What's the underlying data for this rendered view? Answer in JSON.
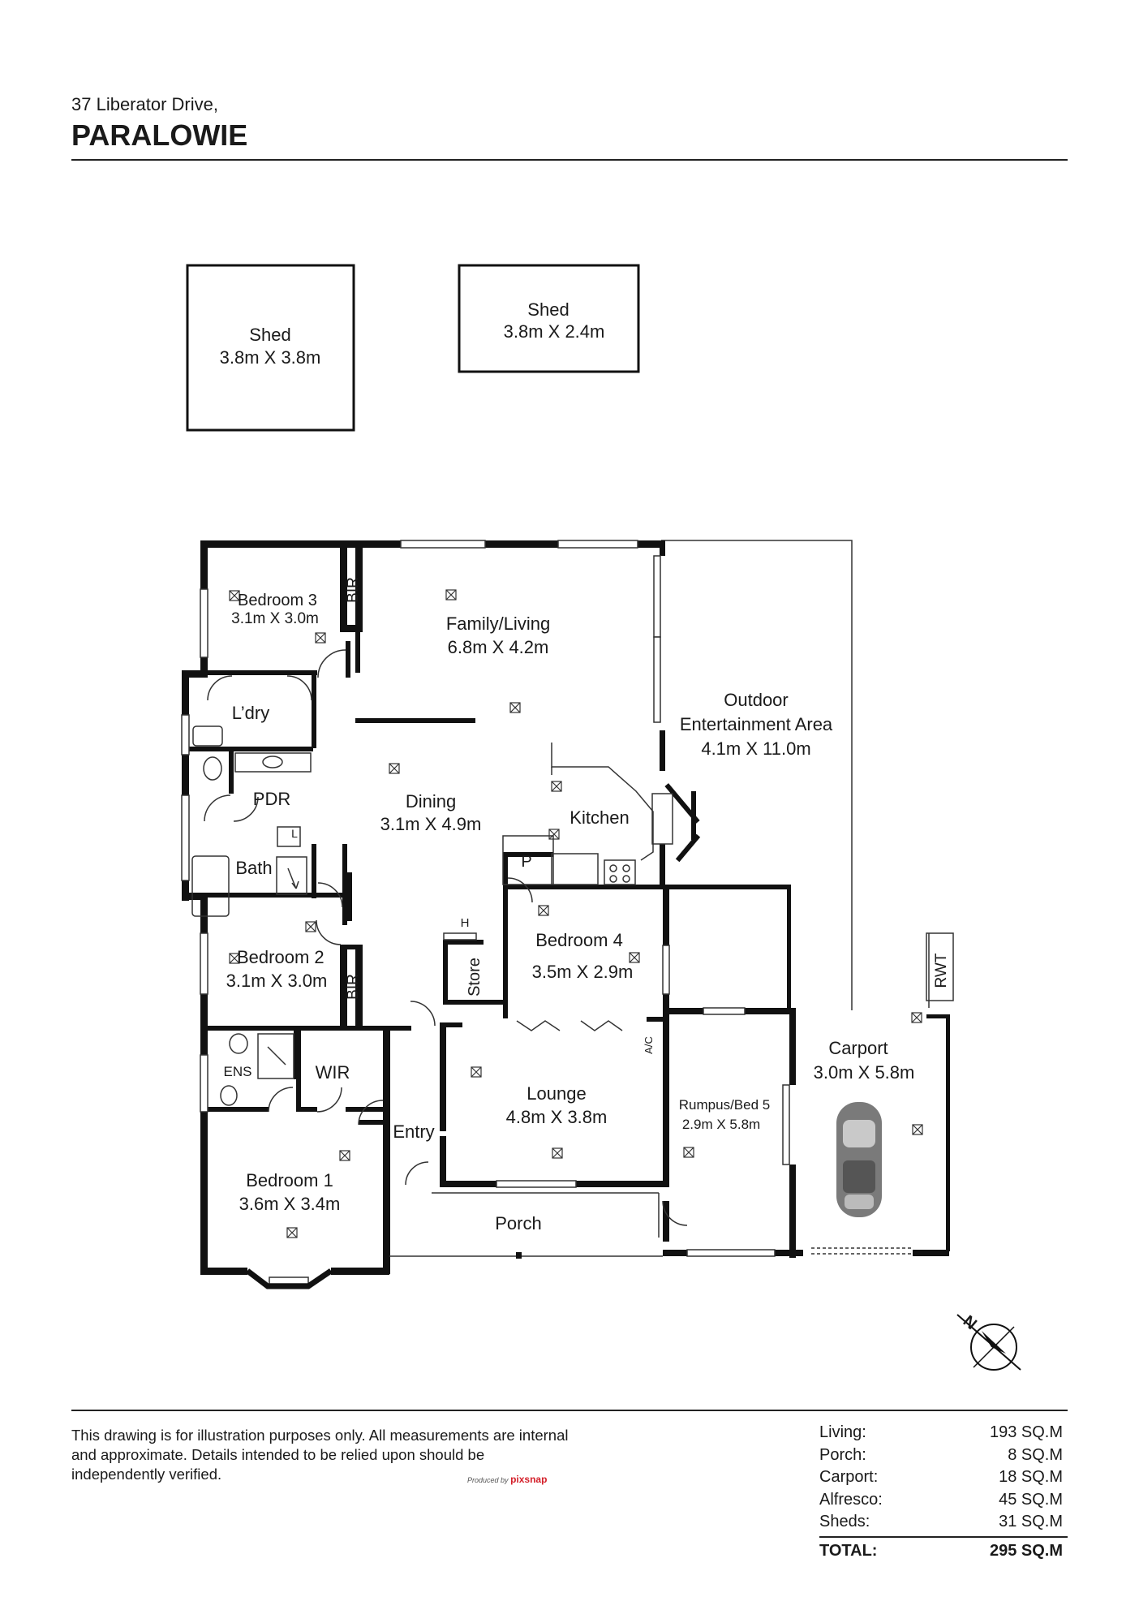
{
  "header": {
    "address": "37 Liberator Drive,",
    "suburb": "PARALOWIE"
  },
  "sheds": [
    {
      "name": "Shed",
      "size": "3.8m X 3.8m"
    },
    {
      "name": "Shed",
      "size": "3.8m X 2.4m"
    }
  ],
  "rooms": {
    "bedroom3": {
      "name": "Bedroom 3",
      "size": "3.1m X 3.0m"
    },
    "family_living": {
      "name": "Family/Living",
      "size": "6.8m X 4.2m"
    },
    "outdoor": {
      "name_line1": "Outdoor",
      "name_line2": "Entertainment Area",
      "size": "4.1m X 11.0m"
    },
    "laundry": {
      "name": "L’dry"
    },
    "pdr": {
      "name": "PDR"
    },
    "dining": {
      "name": "Dining",
      "size": "3.1m X 4.9m"
    },
    "kitchen": {
      "name": "Kitchen"
    },
    "bath": {
      "name": "Bath"
    },
    "bedroom2": {
      "name": "Bedroom 2",
      "size": "3.1m X 3.0m"
    },
    "bedroom4": {
      "name": "Bedroom 4",
      "size": "3.5m X 2.9m"
    },
    "lounge": {
      "name": "Lounge",
      "size": "4.8m X 3.8m"
    },
    "rumpus": {
      "name": "Rumpus/Bed 5",
      "size": "2.9m X 5.8m"
    },
    "carport": {
      "name": "Carport",
      "size": "3.0m X 5.8m"
    },
    "bedroom1": {
      "name": "Bedroom 1",
      "size": "3.6m X 3.4m"
    },
    "entry": {
      "name": "Entry"
    },
    "porch": {
      "name": "Porch"
    },
    "ens": {
      "name": "ENS"
    },
    "wir": {
      "name": "WIR"
    }
  },
  "labels": {
    "bir": "BIR",
    "pantry": "P",
    "store": "Store",
    "h": "H",
    "linen": "L",
    "ac": "A/C",
    "rwt": "RWT",
    "north": "N"
  },
  "disclaimer": "This drawing is for illustration purposes only. All measurements are internal and approximate. Details intended to be relied upon should be independently verified.",
  "producer": {
    "prefix": "Produced by",
    "brand": "pixsnap"
  },
  "areas": [
    {
      "label": "Living:",
      "value": "193 SQ.M"
    },
    {
      "label": "Porch:",
      "value": "8 SQ.M"
    },
    {
      "label": "Carport:",
      "value": "18 SQ.M"
    },
    {
      "label": "Alfresco:",
      "value": "45 SQ.M"
    },
    {
      "label": "Sheds:",
      "value": "31 SQ.M"
    }
  ],
  "total": {
    "label": "TOTAL:",
    "value": "295 SQ.M"
  },
  "colors": {
    "wall": "#111111",
    "window": "#ffffff",
    "thin_line": "#333333"
  }
}
